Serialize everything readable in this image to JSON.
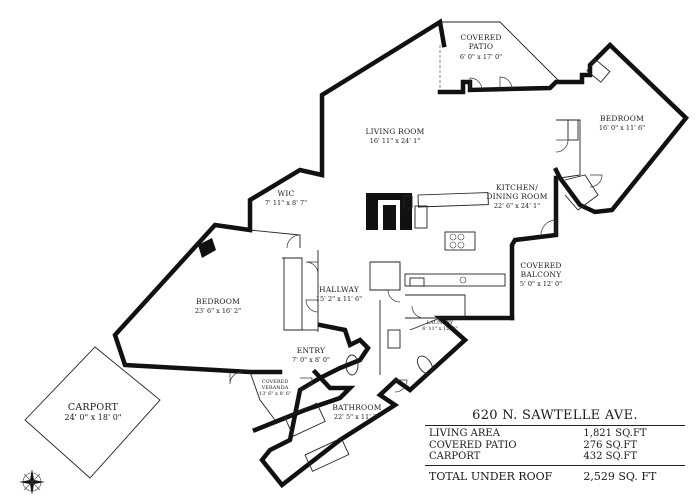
{
  "address": "620 N. SAWTELLE AVE.",
  "rooms": {
    "covered_patio": {
      "name_line1": "COVERED",
      "name_line2": "PATIO",
      "dim": "6' 0\" x 17' 0\""
    },
    "bedroom_right": {
      "name": "BEDROOM",
      "dim": "16' 0\" x 11' 6\""
    },
    "living_room": {
      "name": "LIVING ROOM",
      "dim": "16' 11\" x 24' 1\""
    },
    "kitchen": {
      "name_line1": "KITCHEN/",
      "name_line2": "DINING ROOM",
      "dim": "22' 6\" x 24' 1\""
    },
    "wic": {
      "name": "WIC",
      "dim": "7' 11\" x 8' 7\""
    },
    "covered_balcony": {
      "name_line1": "COVERED",
      "name_line2": "BALCONY",
      "dim": "5' 0\" x 12' 0\""
    },
    "hallway": {
      "name": "HALLWAY",
      "dim": "15' 2\" x 11' 6\""
    },
    "bedroom_left": {
      "name": "BEDROOM",
      "dim": "23' 6\" x 16' 2\""
    },
    "laundry": {
      "name": "LAUNDRY",
      "dim": "6' 11\" x 12' 0\""
    },
    "entry": {
      "name": "ENTRY",
      "dim": "7' 0\" x 8' 0\""
    },
    "covered_veranda": {
      "name_line1": "COVERED",
      "name_line2": "VERANDA",
      "dim": "13' 6\" x 8' 6\""
    },
    "bathroom": {
      "name": "BATHROOM",
      "dim": "22' 5\" x 11' 2\""
    },
    "carport": {
      "name": "CARPORT",
      "dim": "24' 0\" x 18' 0\""
    }
  },
  "areas": [
    {
      "label": "LIVING AREA",
      "value": "1,821 SQ.FT"
    },
    {
      "label": "COVERED PATIO",
      "value": "276 SQ.FT"
    },
    {
      "label": "CARPORT",
      "value": "432 SQ.FT"
    }
  ],
  "total": {
    "label": "TOTAL UNDER ROOF",
    "value": "2,529 SQ. FT"
  },
  "icons": {
    "compass": "compass-rose-icon",
    "fireplace": "fireplace-icon",
    "cooktop": "cooktop-icon"
  }
}
